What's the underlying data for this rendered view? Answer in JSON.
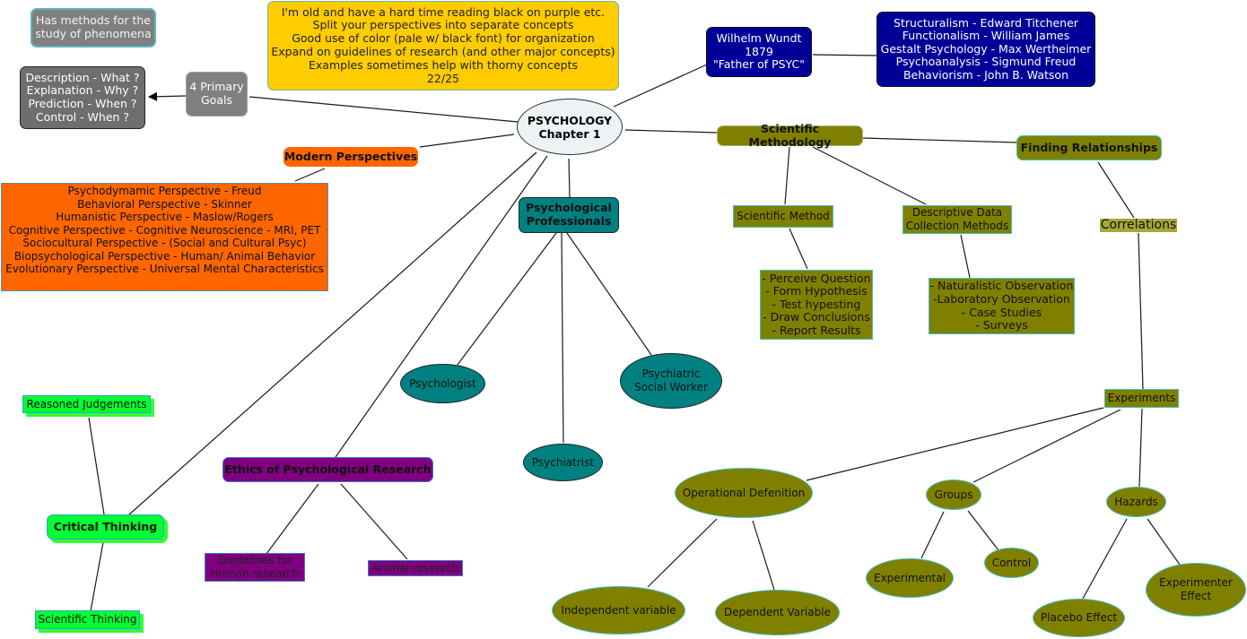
{
  "title": "PSYCHOLOGY Chapter 1 concept map",
  "nodes": {
    "center": "PSYCHOLOGY\nChapter 1",
    "has_methods": "Has methods for the\nstudy of phenomena",
    "feedback": "I'm old and have a hard time reading black on purple etc.\nSplit your perspectives into separate concepts\nGood use of color (pale w/ black font) for organization\nExpand on guidelines of research (and other major concepts)\nExamples sometimes help with thorny concepts\n22/25",
    "primary_goals": "4 Primary\nGoals",
    "goals_list": "Description - What ?\nExplanation - Why ?\nPrediction - When ?\nControl - When ?",
    "wundt": "Wilhelm Wundt\n1879\n\"Father of PSYC\"",
    "schools": "Structuralism - Edward Titchener\nFunctionalism - William James\nGestalt Psychology - Max Wertheimer\nPsychoanalysis - Sigmund Freud\nBehaviorism - John B. Watson",
    "modern_perspectives": "Modern Perspectives",
    "perspectives_list": "Psychodymamic Perspective - Freud\nBehavioral Perspective - Skinner\nHumanistic Perspective - Maslow/Rogers\nCognitive Perspective  - Cognitive Neuroscience - MRI, PET\nSociocultural Perspective - (Social and Cultural Psyc)\nBiopsychological Perspective - Human/ Animal Behavior\nEvolutionary Perspective - Universal Mental Characteristics",
    "professionals": "Psychological\nProfessionals",
    "psychologist": "Psychologist",
    "psychiatrist": "Psychiatrist",
    "social_worker": "Psychiatric\nSocial Worker",
    "sci_methodology": "Scientific Methodology",
    "sci_method": "Scientific Method",
    "sci_method_steps": "- Perceive Question\n- Form Hypothesis\n- Test hypesting\n- Draw Conclusions\n- Report Results",
    "descriptive": "Descriptive Data\nCollection Methods",
    "descriptive_list": "- Naturalistic Observation\n-Laboratory Observation\n- Case Studies\n- Surveys",
    "finding_relationships": "Finding Relationships",
    "correlations": "Correlations",
    "experiments": "Experiments",
    "operational_definition": "Operational Defenition",
    "independent_variable": "Independent variable",
    "dependent_variable": "Dependent Variable",
    "groups": "Groups",
    "experimental": "Experimental",
    "control": "Control",
    "hazards": "Hazards",
    "placebo": "Placebo Effect",
    "experimenter_effect": "Experimenter\nEffect",
    "ethics": "Ethics of Psychological Research",
    "guidelines_human": "Guidelines for\nHuman research",
    "animal_research": "Animal research",
    "critical_thinking": "Critical Thinking",
    "reasoned_judgements": "Reasoned Judgements",
    "scientific_thinking": "Scientific Thinking"
  },
  "colors": {
    "line": "#1a1a1a",
    "center_fill": "#edf3f5",
    "navy": "#000099",
    "orange": "#ff6600",
    "olive": "#808000",
    "teal": "#008080",
    "purple": "#800080",
    "green": "#00ff33",
    "yellow": "#ffcc00",
    "gray": "#808080"
  }
}
